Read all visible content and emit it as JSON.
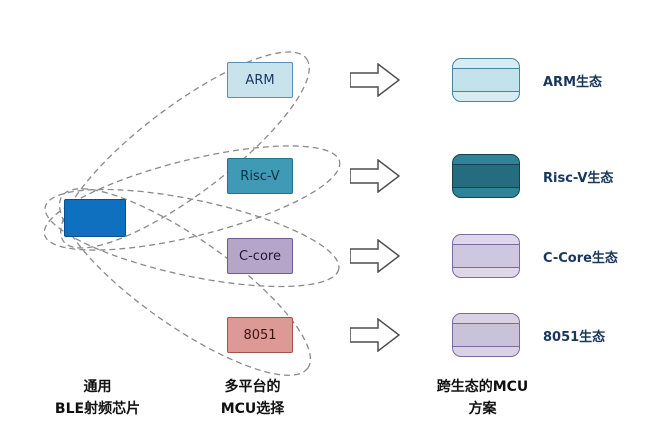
{
  "diagram": {
    "source": {
      "caption_line1": "通用",
      "caption_line2": "BLE射频芯片",
      "chip_color": "#1070c0",
      "chip_border": "#0b4f8a"
    },
    "mcu_options": [
      {
        "label": "ARM",
        "fill": "#c9e3ed",
        "border": "#5b8db0"
      },
      {
        "label": "Risc-V",
        "fill": "#3f9ab5",
        "border": "#27708a"
      },
      {
        "label": "C-core",
        "fill": "#b4a5c9",
        "border": "#6f5b91"
      },
      {
        "label": "8051",
        "fill": "#dd9995",
        "border": "#a4524e"
      }
    ],
    "mcu_caption_line1": "多平台的",
    "mcu_caption_line2": "MCU选择",
    "eco_solutions": [
      {
        "label": "ARM生态",
        "fill": "#d6ebf2",
        "border": "#45869a"
      },
      {
        "label": "Risc-V生态",
        "fill": "#2f8399",
        "border": "#16414d"
      },
      {
        "label": "C-Core生态",
        "fill": "#ddd7e9",
        "border": "#7b6b9d"
      },
      {
        "label": "8051生态",
        "fill": "#d8d2e2",
        "border": "#7b6b9d"
      }
    ],
    "eco_caption_line1": "跨生态的MCU",
    "eco_caption_line2": "方案",
    "connector_style": {
      "stroke": "#8a8a8a",
      "dash": "6 4"
    }
  }
}
